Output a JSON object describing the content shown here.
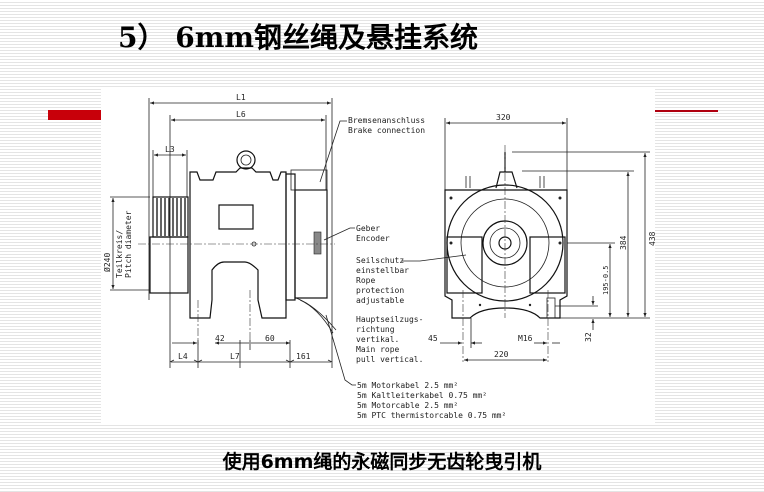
{
  "slide": {
    "title": "5） 6mm钢丝绳及悬挂系统",
    "caption": "使用6mm绳的永磁同步无齿轮曳引机",
    "accent_color": "#c8000a"
  },
  "drawing": {
    "side_view": {
      "dims": {
        "l1": "L1",
        "l6": "L6",
        "l3": "L3",
        "l4": "L4",
        "l7": "L7",
        "d161": "161",
        "d42": "42",
        "d60": "60"
      },
      "diameter": "Ø240",
      "diameter_label_1": "Teilkreis/",
      "diameter_label_2": "Pitch diameter"
    },
    "front_view": {
      "dims": {
        "w320": "320",
        "h384": "384",
        "h438": "438",
        "h195": "195-0.5",
        "h32": "32",
        "d45": "45",
        "d220": "220",
        "m16": "M16"
      }
    },
    "labels": {
      "brake": [
        "Bremsenanschluss",
        "Brake connection"
      ],
      "encoder": [
        "Geber",
        "Encoder"
      ],
      "rope_protection": [
        "Seilschutz",
        "einstellbar",
        "Rope",
        "protection",
        "adjustable"
      ],
      "rope_pull": [
        "Hauptseilzugs-",
        "richtung",
        "vertikal.",
        "Main rope",
        "pull vertical."
      ],
      "cables": [
        "5m Motorkabel 2.5 mm²",
        "5m Kaltleiterkabel 0.75 mm²",
        "5m Motorcable 2.5 mm²",
        "5m PTC thermistorcable 0.75 mm²"
      ]
    }
  }
}
